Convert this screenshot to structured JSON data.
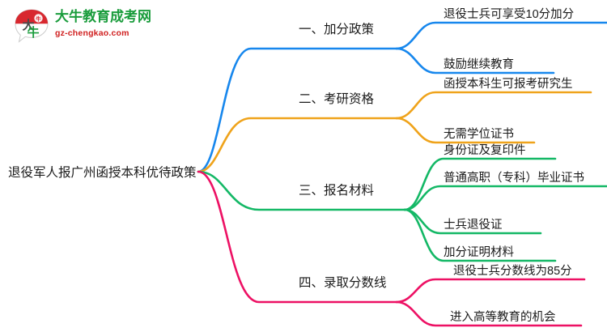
{
  "logo": {
    "mark_text": "大牛",
    "title": "大牛教育成考网",
    "domain": "gz-chengkao.com",
    "title_color": "#1a9c3c",
    "domain_color": "#d02020",
    "mark_arc_color": "#d8282f"
  },
  "mindmap": {
    "root": {
      "label": "退役军人报广州函授本科优待政策"
    },
    "branches": [
      {
        "label": "一、加分政策",
        "color": "#1787ed",
        "children": [
          {
            "label": "退役士兵可享受10分加分"
          },
          {
            "label": "鼓励继续教育"
          }
        ]
      },
      {
        "label": "二、考研资格",
        "color": "#efa31b",
        "children": [
          {
            "label": "函授本科生可报考研究生"
          },
          {
            "label": "无需学位证书"
          }
        ]
      },
      {
        "label": "三、报名材料",
        "color": "#14b866",
        "children": [
          {
            "label": "身份证及复印件"
          },
          {
            "label": "普通高职（专科）毕业证书"
          },
          {
            "label": "士兵退役证"
          },
          {
            "label": "加分证明材料"
          }
        ]
      },
      {
        "label": "四、录取分数线",
        "color": "#ed1164",
        "children": [
          {
            "label": "退役士兵分数线为85分"
          },
          {
            "label": "进入高等教育的机会"
          }
        ]
      }
    ]
  }
}
